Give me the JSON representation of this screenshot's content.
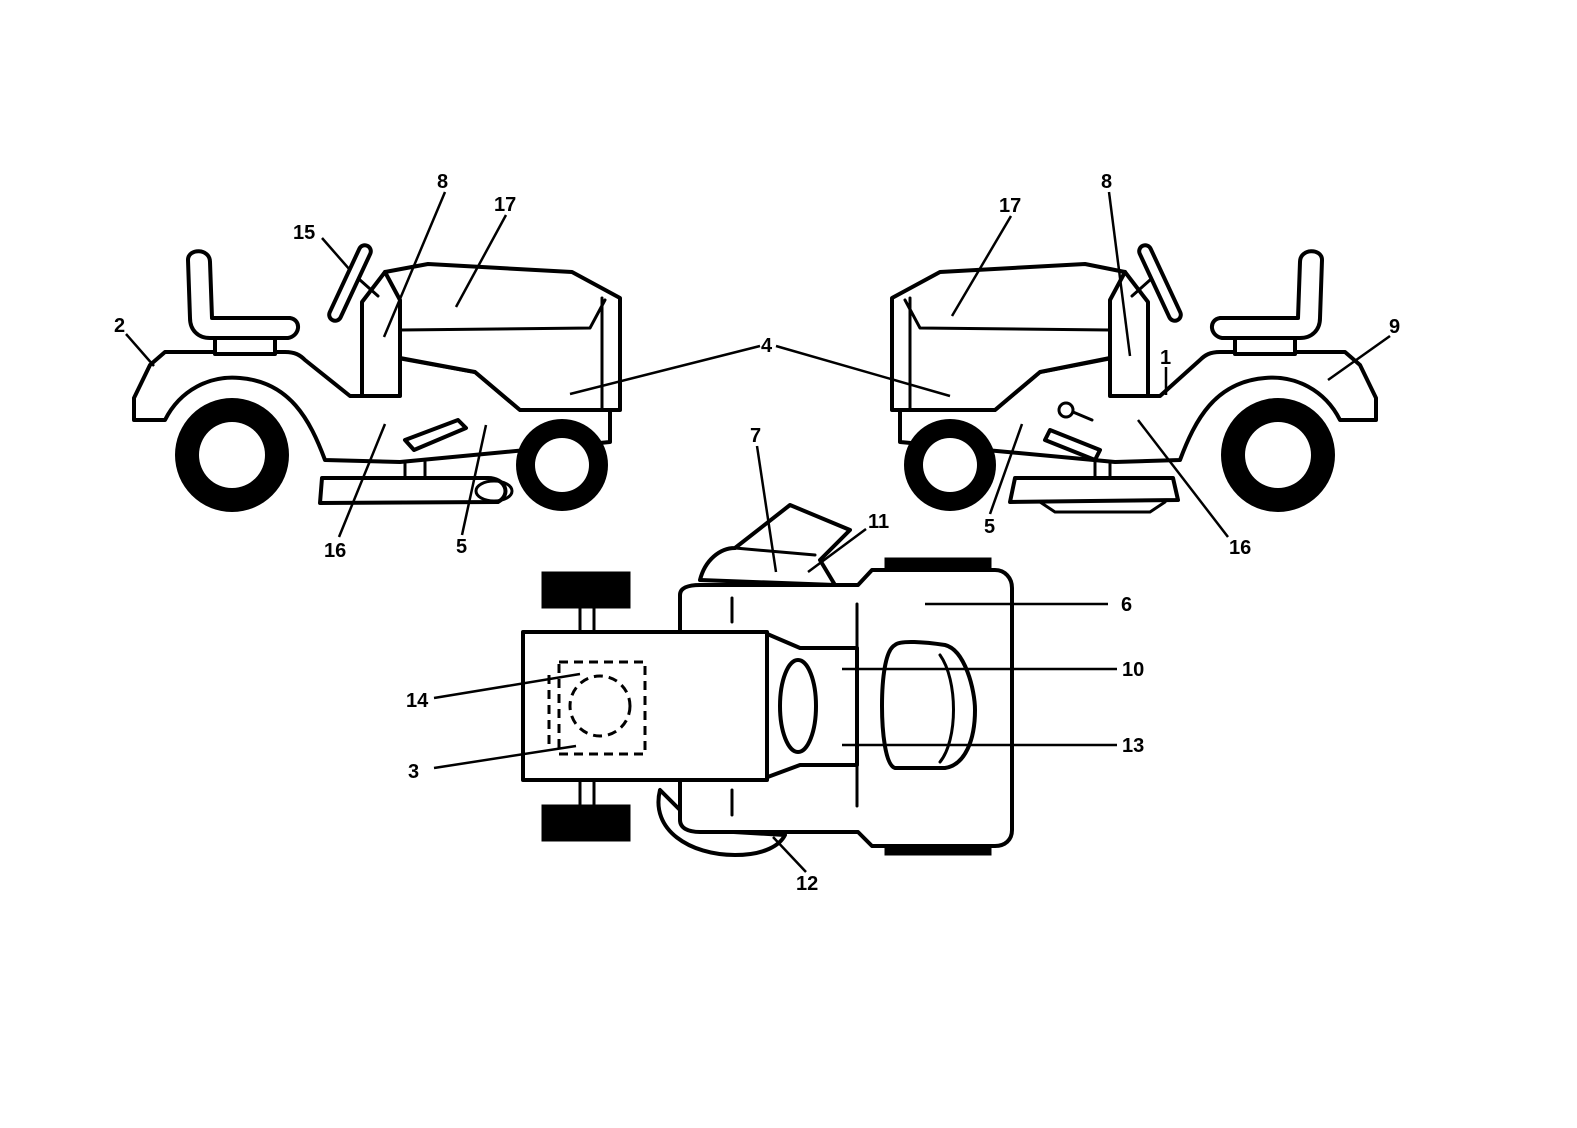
{
  "callouts": {
    "l_15": "15",
    "l_8": "8",
    "l_17": "17",
    "l_2": "2",
    "l_16": "16",
    "l_5": "5",
    "c_4": "4",
    "r_17": "17",
    "r_8": "8",
    "r_1": "1",
    "r_9": "9",
    "r_5": "5",
    "r_16": "16",
    "t_7": "7",
    "t_11": "11",
    "t_6": "6",
    "t_10": "10",
    "t_13": "13",
    "t_14": "14",
    "t_3": "3",
    "t_12": "12"
  },
  "colors": {
    "line": "#000000",
    "background": "#ffffff"
  }
}
